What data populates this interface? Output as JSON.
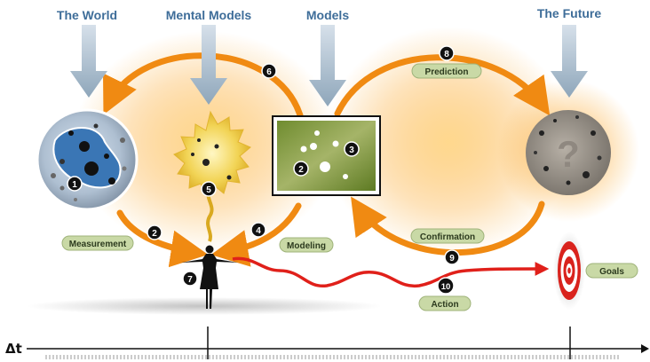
{
  "headers": {
    "world": "The World",
    "mental_models": "Mental Models",
    "models": "Models",
    "future": "The Future"
  },
  "labels": {
    "measurement": "Measurement",
    "modeling": "Modeling",
    "prediction": "Prediction",
    "confirmation": "Confirmation",
    "goals": "Goals",
    "action": "Action"
  },
  "numbers": {
    "world": "1",
    "measurement": "2",
    "model_inner": "2",
    "model_main": "3",
    "modeling": "4",
    "mental": "5",
    "loop": "6",
    "person": "7",
    "prediction": "8",
    "confirmation": "9",
    "action": "10"
  },
  "glyphs": {
    "future_question": "?",
    "delta_t": "Δt"
  },
  "colors": {
    "header_blue": "#3e6d99",
    "arrow_orange": "#f08a12",
    "label_fill": "#c9d9a6",
    "action_red": "#e0201a",
    "target_red": "#d9231d"
  }
}
